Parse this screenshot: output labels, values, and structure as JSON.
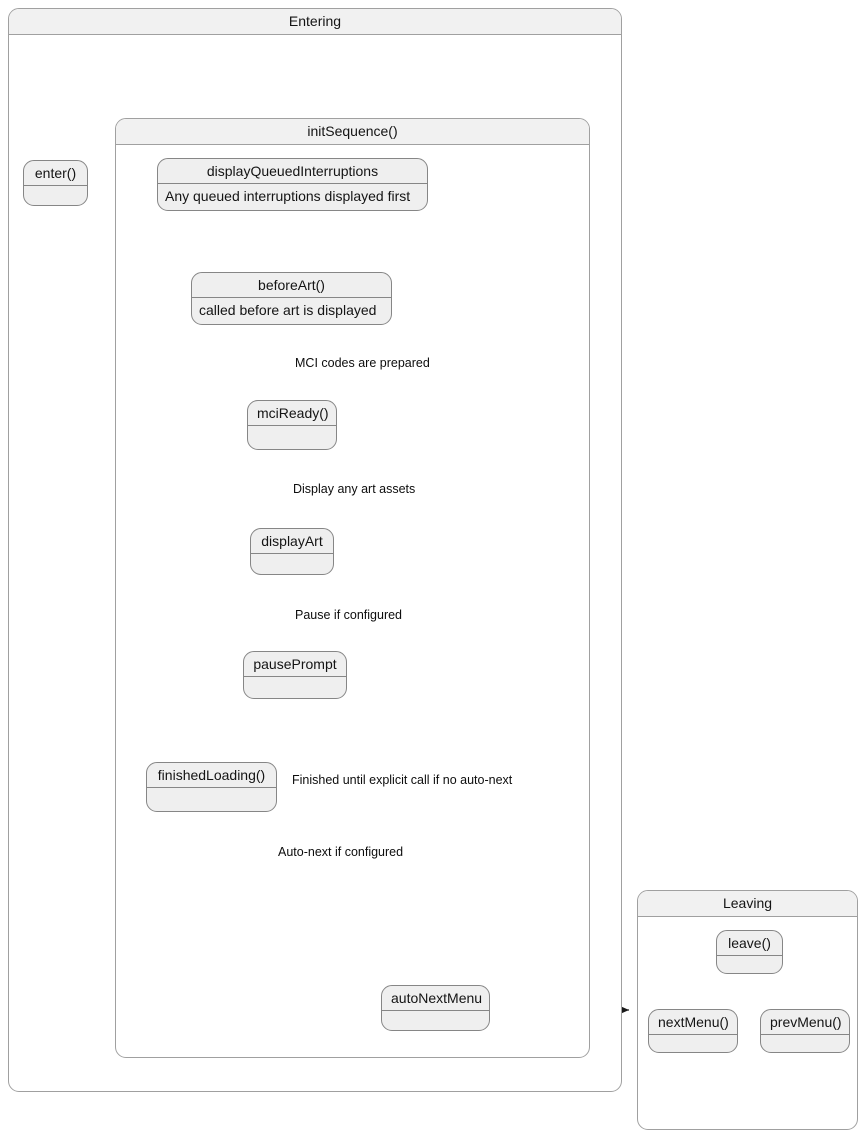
{
  "diagram": {
    "type": "uml-state-machine",
    "colors": {
      "state_fill": "#efefef",
      "state_border": "#868686",
      "composite_border": "#a0a0a0",
      "composite_header_fill": "#f1f1f1",
      "edge_stroke": "#1a1a1a",
      "text": "#141414",
      "background": "#ffffff"
    }
  },
  "containers": {
    "entering": {
      "title": "Entering"
    },
    "init_sequence": {
      "title": "initSequence()"
    },
    "leaving": {
      "title": "Leaving"
    }
  },
  "states": {
    "enter": {
      "title": "enter()",
      "body": ""
    },
    "display_queued_interruptions": {
      "title": "displayQueuedInterruptions",
      "body": "Any queued interruptions displayed first"
    },
    "before_art": {
      "title": "beforeArt()",
      "body": "called before art is displayed"
    },
    "mci_ready": {
      "title": "mciReady()",
      "body": ""
    },
    "display_art": {
      "title": "displayArt",
      "body": ""
    },
    "pause_prompt": {
      "title": "pausePrompt",
      "body": ""
    },
    "finished_loading": {
      "title": "finishedLoading()",
      "body": ""
    },
    "auto_next_menu": {
      "title": "autoNextMenu",
      "body": ""
    },
    "leave": {
      "title": "leave()",
      "body": ""
    },
    "next_menu": {
      "title": "nextMenu()",
      "body": ""
    },
    "prev_menu": {
      "title": "prevMenu()",
      "body": ""
    }
  },
  "pseudostates": {
    "initial": {
      "name": "initial-state"
    },
    "final_entering": {
      "name": "final-state"
    },
    "final_leaving": {
      "name": "final-state"
    }
  },
  "transition_labels": {
    "mci_prepared": "MCI codes are prepared",
    "display_art_assets": "Display any art assets",
    "pause_if_configured": "Pause if configured",
    "finished_no_auto_next": "Finished until explicit call if no auto-next",
    "auto_next_if_configured": "Auto-next if configured"
  }
}
